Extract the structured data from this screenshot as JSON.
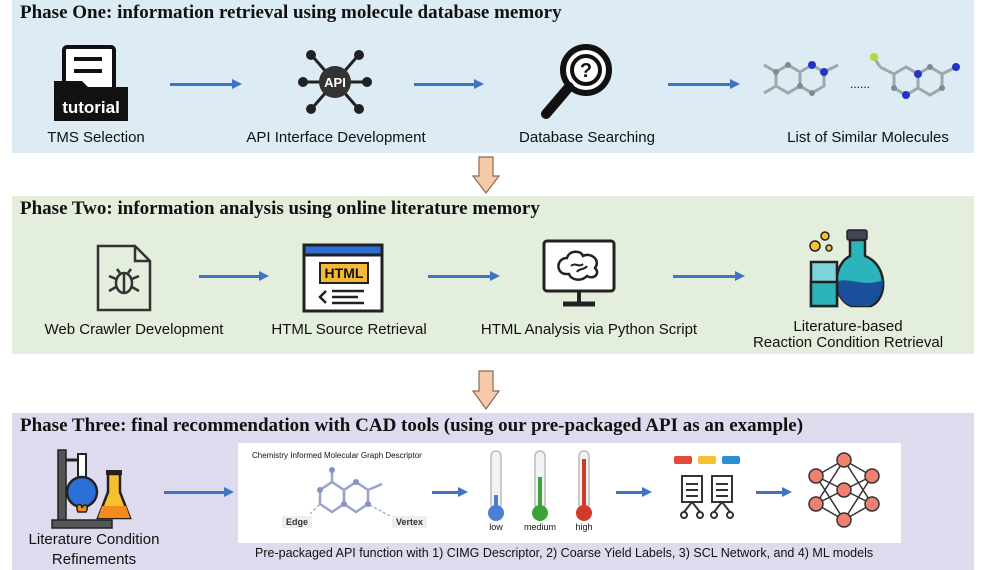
{
  "phase1": {
    "title": "Phase One: information retrieval using molecule database memory",
    "steps": [
      "TMS Selection",
      "API Interface Development",
      "Database Searching",
      "List of Similar Molecules"
    ],
    "icon_text": {
      "folder": "tutorial",
      "api": "API",
      "search": "?"
    },
    "ellipsis": "......",
    "icons": [
      "folder-icon",
      "api-network-icon",
      "magnifier-question-icon",
      "molecules-icon"
    ]
  },
  "phase2": {
    "title": "Phase Two: information analysis using online literature memory",
    "steps": [
      "Web Crawler Development",
      "HTML Source Retrieval",
      "HTML Analysis via Python Script"
    ],
    "last_step": {
      "line1": "Literature-based",
      "line2": "Reaction Condition Retrieval"
    },
    "icon_text": {
      "html": "HTML"
    },
    "icons": [
      "bug-document-icon",
      "html-browser-icon",
      "brain-monitor-icon",
      "flask-icon"
    ]
  },
  "phase3": {
    "title": "Phase Three: final recommendation with CAD tools (using our pre-packaged API as an example)",
    "left_step": {
      "line1": "Literature Condition",
      "line2": "Refinements"
    },
    "cad": {
      "descriptor_title": "Chemistry Informed Molecular Graph Descriptor",
      "edge": "Edge",
      "vertex": "Vertex",
      "thermo_labels": [
        "low",
        "medium",
        "high"
      ],
      "caption": "Pre-packaged API function with 1) CIMG Descriptor, 2) Coarse Yield Labels, 3) SCL Network, and 4) ML models"
    },
    "icons": [
      "lab-apparatus-icon",
      "thermometer-icon",
      "network-icon",
      "neural-network-icon"
    ]
  },
  "colors": {
    "phase1_bg": "#dcebf4",
    "phase2_bg": "#e3eedc",
    "phase3_bg": "#dedbee",
    "arrow": "#3f73c4",
    "down_arrow": "#f6c9a8"
  }
}
